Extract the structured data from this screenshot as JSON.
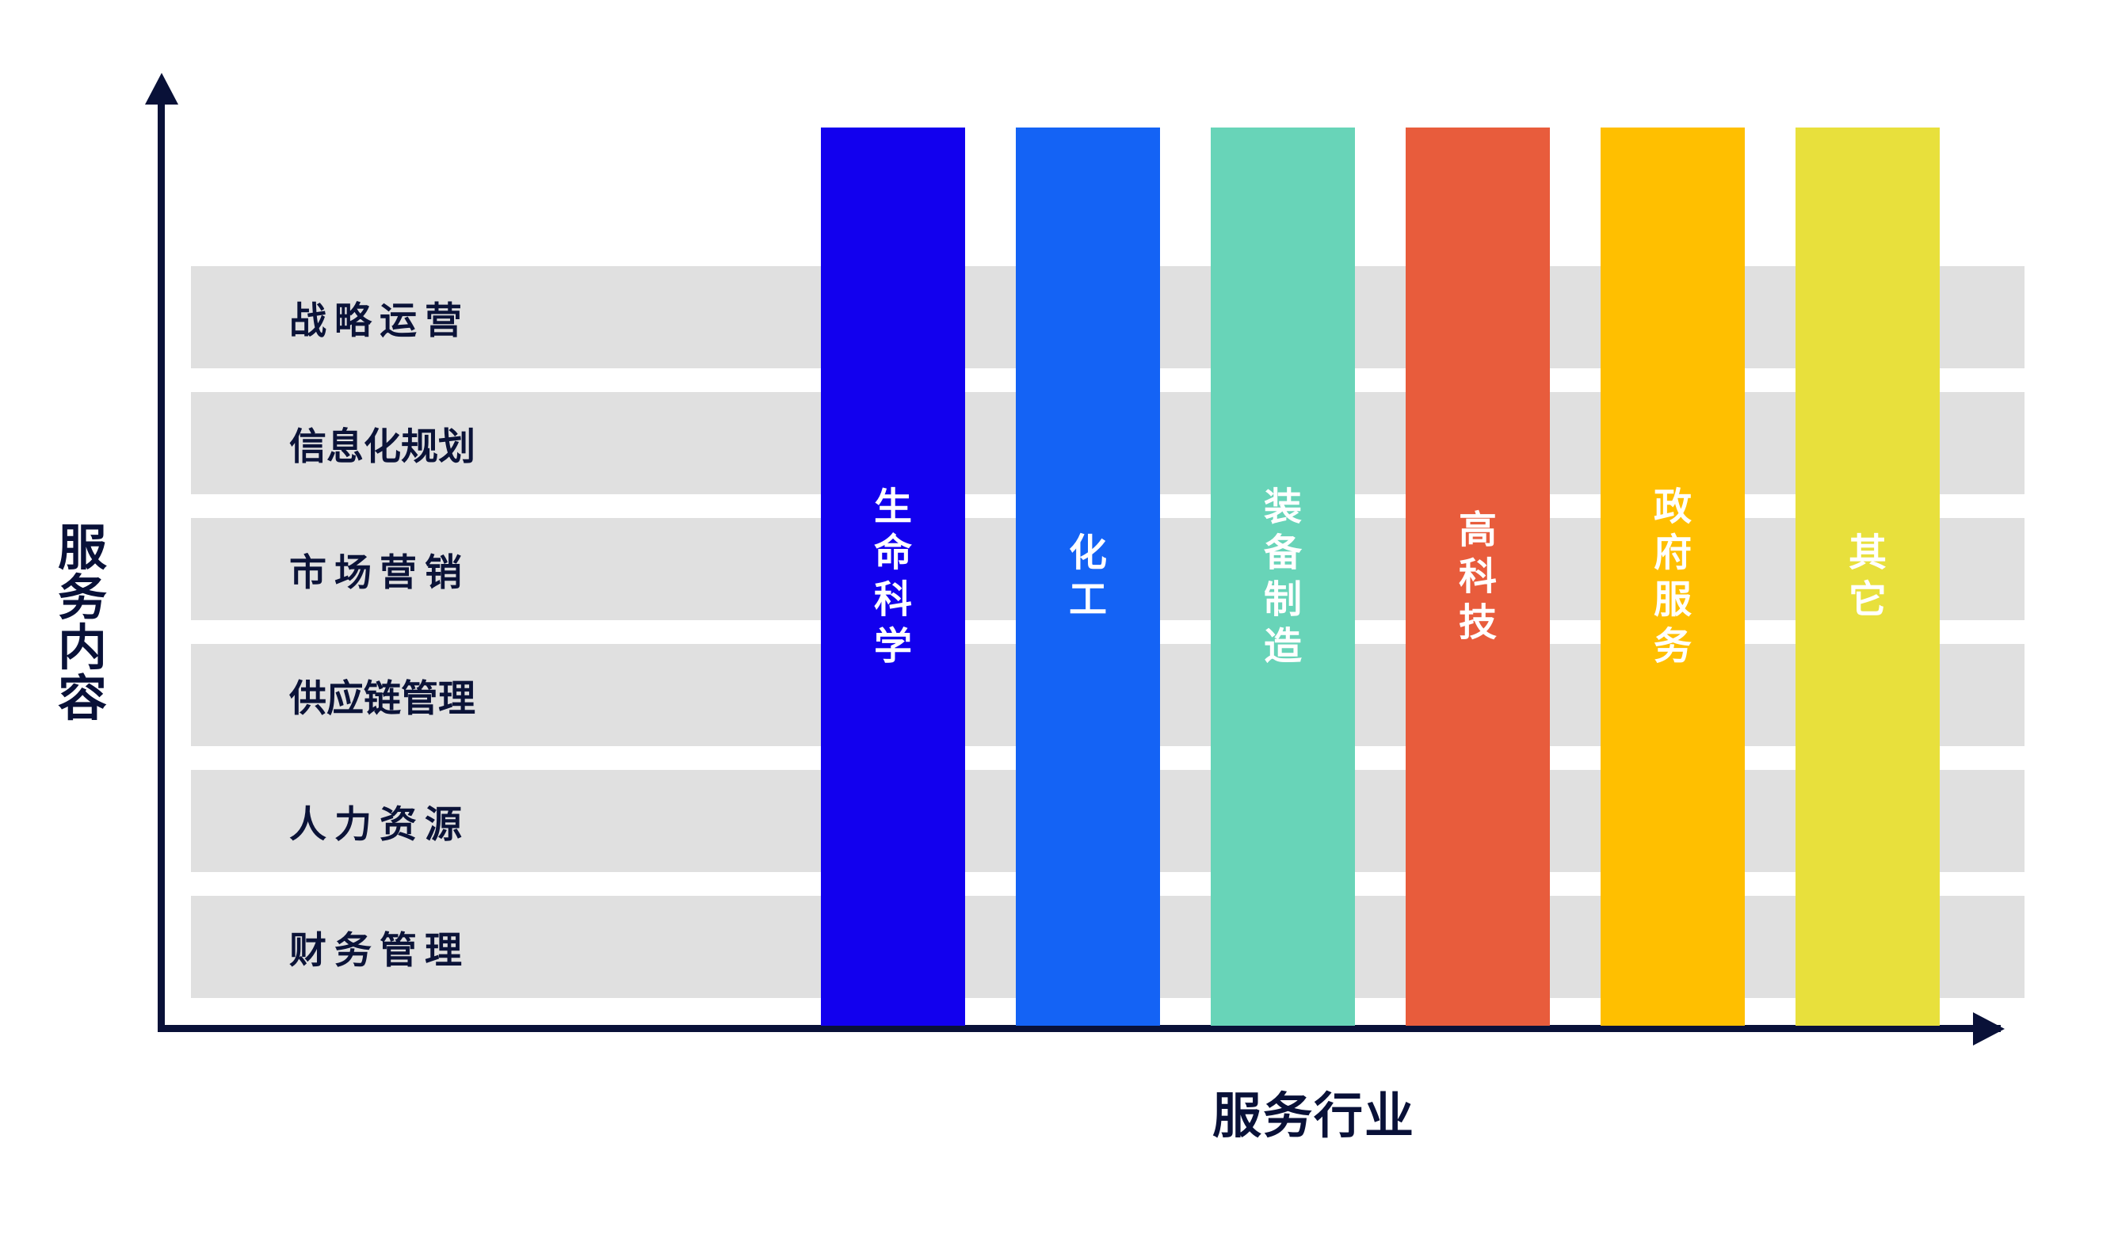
{
  "chart_data": {
    "type": "matrix",
    "title": "",
    "xlabel": "服务行业",
    "ylabel": "服务内容",
    "grid": false,
    "legend": "none",
    "axis_color": "#091138",
    "row_band_color": "#e0e0e0",
    "row_label_color": "#0b1338",
    "bar_label_color": "#ffffff",
    "categories_y": [
      "战略运营",
      "信息化规划",
      "市场营销",
      "供应链管理",
      "人力资源",
      "财务管理"
    ],
    "categories_x": [
      "生命科学",
      "化工",
      "装备制造",
      "高科技",
      "政府服务",
      "其它"
    ],
    "series": [
      {
        "name": "生命科学",
        "color": "#1200ee",
        "value": 1
      },
      {
        "name": "化工",
        "color": "#1463f5",
        "value": 1
      },
      {
        "name": "装备制造",
        "color": "#68d4b8",
        "value": 1
      },
      {
        "name": "高科技",
        "color": "#e85c3c",
        "value": 1
      },
      {
        "name": "政府服务",
        "color": "#ffbf00",
        "value": 1
      },
      {
        "name": "其它",
        "color": "#e8e03c",
        "value": 1
      }
    ]
  },
  "axes": {
    "y_title": "服务内容",
    "y_title_chars": [
      "服",
      "务",
      "内",
      "容"
    ],
    "x_title": "服务行业"
  },
  "rows": [
    {
      "label": "战略运营",
      "spaced": true
    },
    {
      "label": "信息化规划",
      "spaced": false
    },
    {
      "label": "市场营销",
      "spaced": true
    },
    {
      "label": "供应链管理",
      "spaced": false
    },
    {
      "label": "人力资源",
      "spaced": true
    },
    {
      "label": "财务管理",
      "spaced": true
    }
  ],
  "bars": [
    {
      "label": "生命科学",
      "chars": [
        "生",
        "命",
        "科",
        "学"
      ],
      "color": "#1200ee"
    },
    {
      "label": "化工",
      "chars": [
        "化",
        "工"
      ],
      "color": "#1463f5"
    },
    {
      "label": "装备制造",
      "chars": [
        "装",
        "备",
        "制",
        "造"
      ],
      "color": "#68d4b8"
    },
    {
      "label": "高科技",
      "chars": [
        "高",
        "科",
        "技"
      ],
      "color": "#e85c3c"
    },
    {
      "label": "政府服务",
      "chars": [
        "政",
        "府",
        "服",
        "务"
      ],
      "color": "#ffbf00"
    },
    {
      "label": "其它",
      "chars": [
        "其",
        "它"
      ],
      "color": "#e8e03c"
    }
  ]
}
